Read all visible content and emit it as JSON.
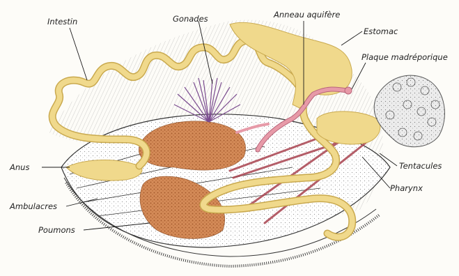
{
  "labels": {
    "intestin": "Intestin",
    "gonades": "Gonades",
    "anneau": "Anneau aquifère",
    "estomac": "Estomac",
    "plaque": "Plaque madréporique",
    "anus": "Anus",
    "tentacules": "Tentacules",
    "pharynx": "Pharynx",
    "ambulacres": "Ambulacres",
    "poumons": "Poumons"
  },
  "colors": {
    "intestine": "#f0d98c",
    "intestine_outline": "#c9a94e",
    "gonads": "#7a4b8f",
    "lungs": "#c98050",
    "ring_canal": "#e79aa8",
    "muscles": "#a9434f",
    "tentacles": "#d9d9d9",
    "body": "#ffffff",
    "hatch": "#3a3a3a"
  }
}
